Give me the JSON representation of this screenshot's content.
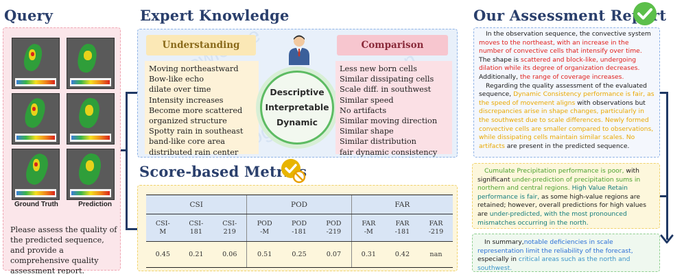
{
  "titles": {
    "query": "Query",
    "expert": "Expert Knowledge",
    "metrics": "Score-based Metrics",
    "report": "Our Assessment Report"
  },
  "query": {
    "col_ground_truth": "Ground Truth",
    "col_prediction": "Prediction",
    "prompt": "Please assess the quality of the predicted sequence, and provide a comprehensive quality assessment report."
  },
  "expert": {
    "understanding_title": "Understanding",
    "understanding_items": [
      "Moving northeastward",
      "Bow-like echo",
      "dilate over time",
      "Intensity  increases",
      "Become more scattered",
      "organized structure",
      "Spotty rain in southeast",
      "band-like core area",
      "distributed rain center"
    ],
    "comparison_title": "Comparison",
    "comparison_items": [
      "Less new born cells",
      "Similar dissipating cells",
      "Scale diff. in southwest",
      "Similar speed",
      "No artifacts",
      "Similar moving direction",
      "Similar shape",
      "Similar distribution",
      "fair dynamic consistency"
    ],
    "center_words": [
      "Descriptive",
      "Interpretable",
      "Dynamic"
    ],
    "watermarks": [
      "knowledge",
      "precipitation",
      "recognition",
      "cognition"
    ]
  },
  "metrics": {
    "groups": [
      "CSI",
      "POD",
      "FAR"
    ],
    "columns": [
      "CSI-M",
      "CSI-181",
      "CSI-219",
      "POD-M",
      "POD-181",
      "POD-219",
      "FAR-M",
      "FAR-181",
      "FAR-219"
    ],
    "column_lines": [
      [
        "CSI-",
        "M"
      ],
      [
        "CSI-",
        "181"
      ],
      [
        "CSI-",
        "219"
      ],
      [
        "POD",
        "-M"
      ],
      [
        "POD",
        "-181"
      ],
      [
        "POD",
        "-219"
      ],
      [
        "FAR",
        "-M"
      ],
      [
        "FAR",
        "-181"
      ],
      [
        "FAR",
        "-219"
      ]
    ],
    "values": [
      "0.45",
      "0.21",
      "0.06",
      "0.51",
      "0.25",
      "0.07",
      "0.31",
      "0.42",
      "nan"
    ]
  },
  "report": {
    "p1": [
      {
        "t": "In the observation sequence, the convective system ",
        "c": ""
      },
      {
        "t": "moves to the northeast, with an increase in the number of convective cells that intensify over time.",
        "c": "c-red"
      },
      {
        "t": " The shape is ",
        "c": ""
      },
      {
        "t": "scattered and block-like, undergoing dilation while its degree of organization decreases.",
        "c": "c-red"
      },
      {
        "t": " Additionally, ",
        "c": ""
      },
      {
        "t": "the range of coverage increases.",
        "c": "c-red"
      }
    ],
    "p2": [
      {
        "t": "Regarding the quality assessment of the evaluated sequence, ",
        "c": ""
      },
      {
        "t": "Dynamic Consistency performance is fair, as the speed of movement aligns",
        "c": "c-orange"
      },
      {
        "t": " with observations but ",
        "c": ""
      },
      {
        "t": "discrepancies arise in shape changes, particularly in the southwest due to scale differences. Newly formed convective cells are smaller compared to observations, while dissipating cells maintain similar scales. No artifacts",
        "c": "c-orange"
      },
      {
        "t": " are present in the predicted sequence.",
        "c": ""
      }
    ],
    "p3": [
      {
        "t": "Cumulate Precipitation performance is poor,",
        "c": "c-green"
      },
      {
        "t": " with significant ",
        "c": ""
      },
      {
        "t": "under-prediction of precipitation sums in northern and central regions.",
        "c": "c-green"
      },
      {
        "t": " ",
        "c": ""
      },
      {
        "t": "High Value Retain performance is fair,",
        "c": "c-teal"
      },
      {
        "t": " as some high-value regions are retained; however, overall predictions for high values are ",
        "c": ""
      },
      {
        "t": "under-predicted, with the most pronounced mismatches occurring in the north.",
        "c": "c-teal"
      }
    ],
    "p4": [
      {
        "t": "In summary,",
        "c": ""
      },
      {
        "t": "notable deficiencies in scale representation limit the reliability of the forecast,",
        "c": "c-blue"
      },
      {
        "t": " especially in ",
        "c": ""
      },
      {
        "t": "critical areas such as the north and southwest.",
        "c": "c-lblue"
      }
    ]
  },
  "colors": {
    "title": "#2a3f6c",
    "query_bg": "#fbe6ea",
    "expert_bg": "#e8f0fa",
    "metrics_bg": "#fdf6dc",
    "check_green": "#5cbf4a",
    "check_gold": "#e8b400",
    "connector": "#1f3864"
  }
}
